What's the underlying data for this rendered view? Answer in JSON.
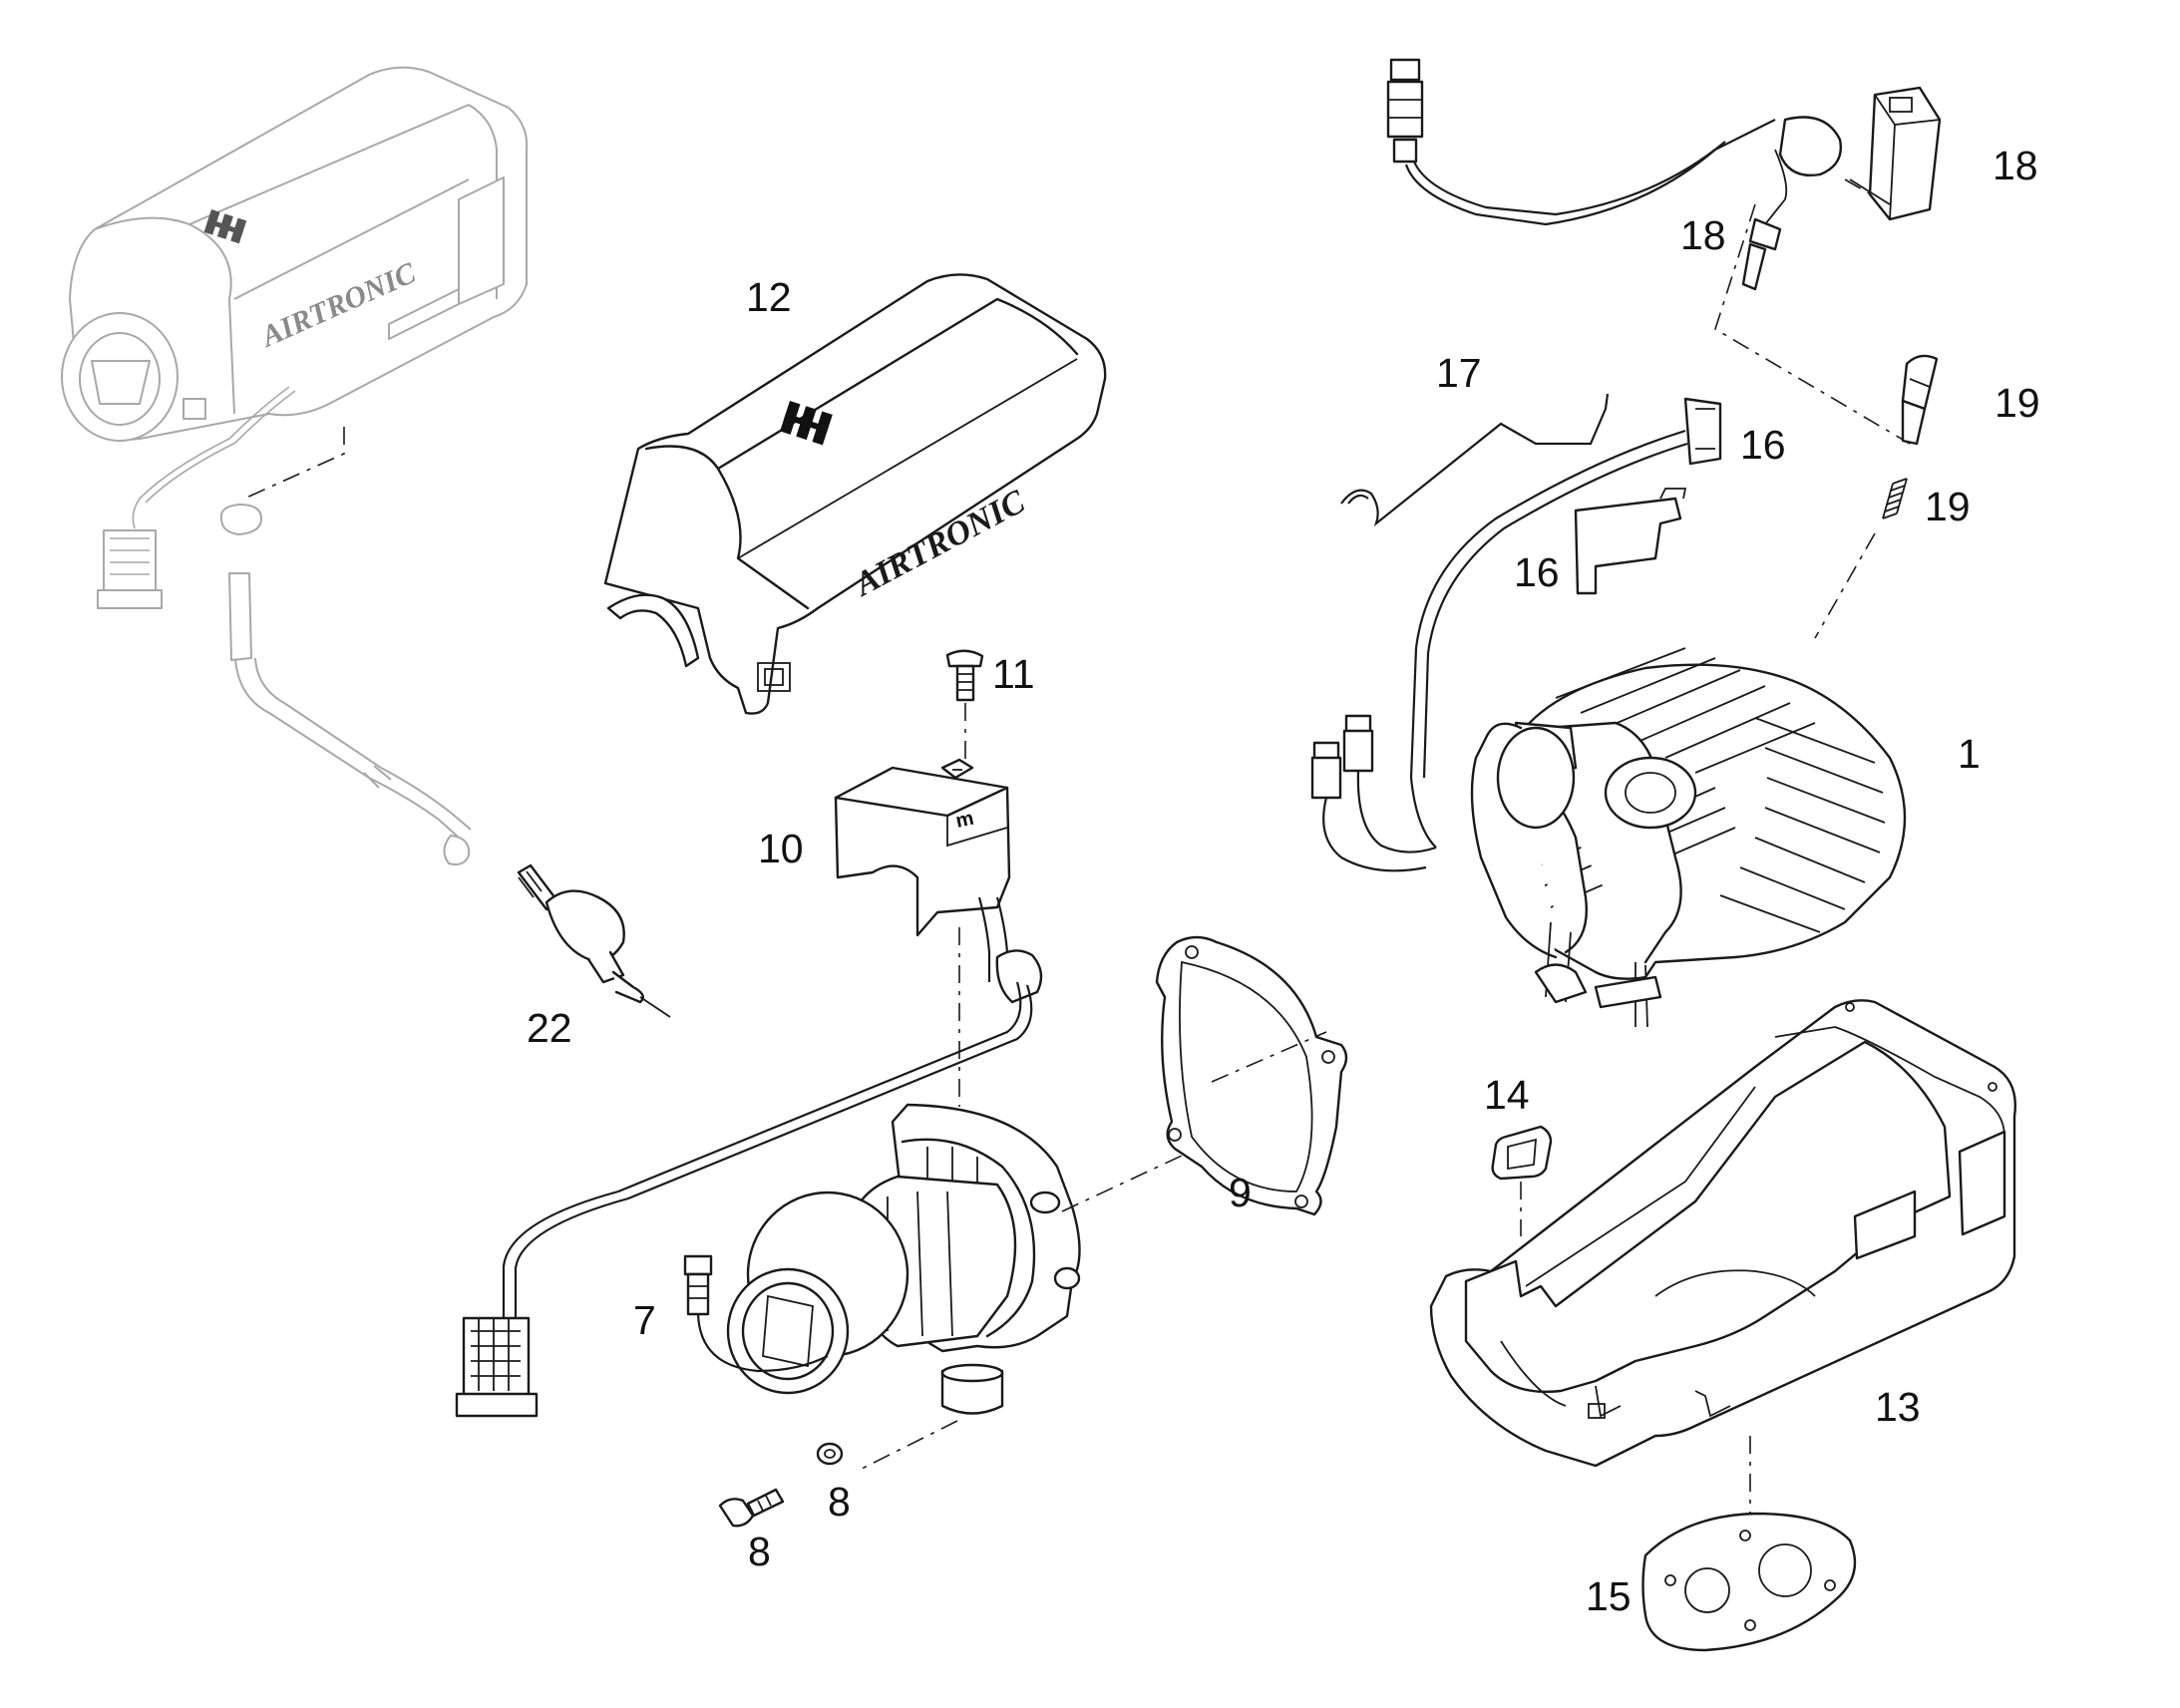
{
  "branding": {
    "cover_text": "AIRTRONIC",
    "assembled_unit_text": "AIRTRONIC"
  },
  "callouts": [
    {
      "id": "label-1",
      "text": "1"
    },
    {
      "id": "label-7",
      "text": "7"
    },
    {
      "id": "label-8a",
      "text": "8"
    },
    {
      "id": "label-8b",
      "text": "8"
    },
    {
      "id": "label-9",
      "text": "9"
    },
    {
      "id": "label-10",
      "text": "10"
    },
    {
      "id": "label-11",
      "text": "11"
    },
    {
      "id": "label-12",
      "text": "12"
    },
    {
      "id": "label-13",
      "text": "13"
    },
    {
      "id": "label-14",
      "text": "14"
    },
    {
      "id": "label-15",
      "text": "15"
    },
    {
      "id": "label-16a",
      "text": "16"
    },
    {
      "id": "label-16b",
      "text": "16"
    },
    {
      "id": "label-17",
      "text": "17"
    },
    {
      "id": "label-18a",
      "text": "18"
    },
    {
      "id": "label-18b",
      "text": "18"
    },
    {
      "id": "label-19a",
      "text": "19"
    },
    {
      "id": "label-19b",
      "text": "19"
    },
    {
      "id": "label-22",
      "text": "22"
    }
  ]
}
